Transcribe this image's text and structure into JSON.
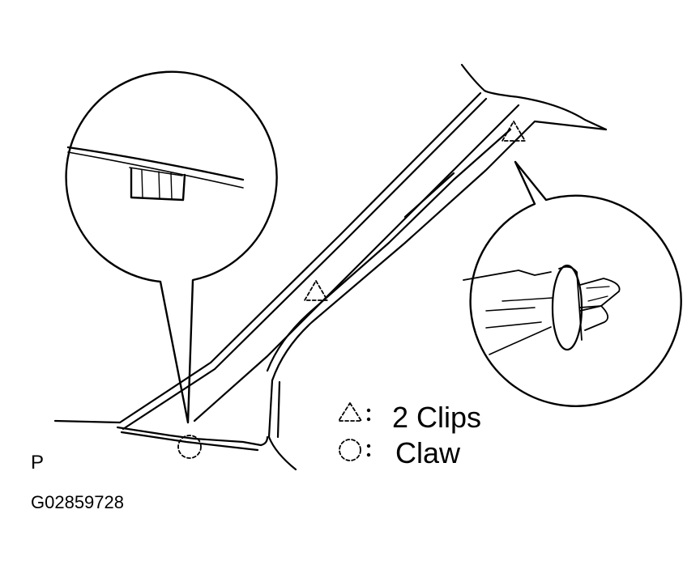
{
  "legend": {
    "clips": {
      "symbol": "triangle-dashed-icon",
      "label": "2 Clips"
    },
    "claw": {
      "symbol": "circle-dashed-icon",
      "label": "Claw"
    }
  },
  "view_mark": "P",
  "figure_code": "G02859728",
  "colors": {
    "line": "#000000",
    "background": "#ffffff"
  }
}
